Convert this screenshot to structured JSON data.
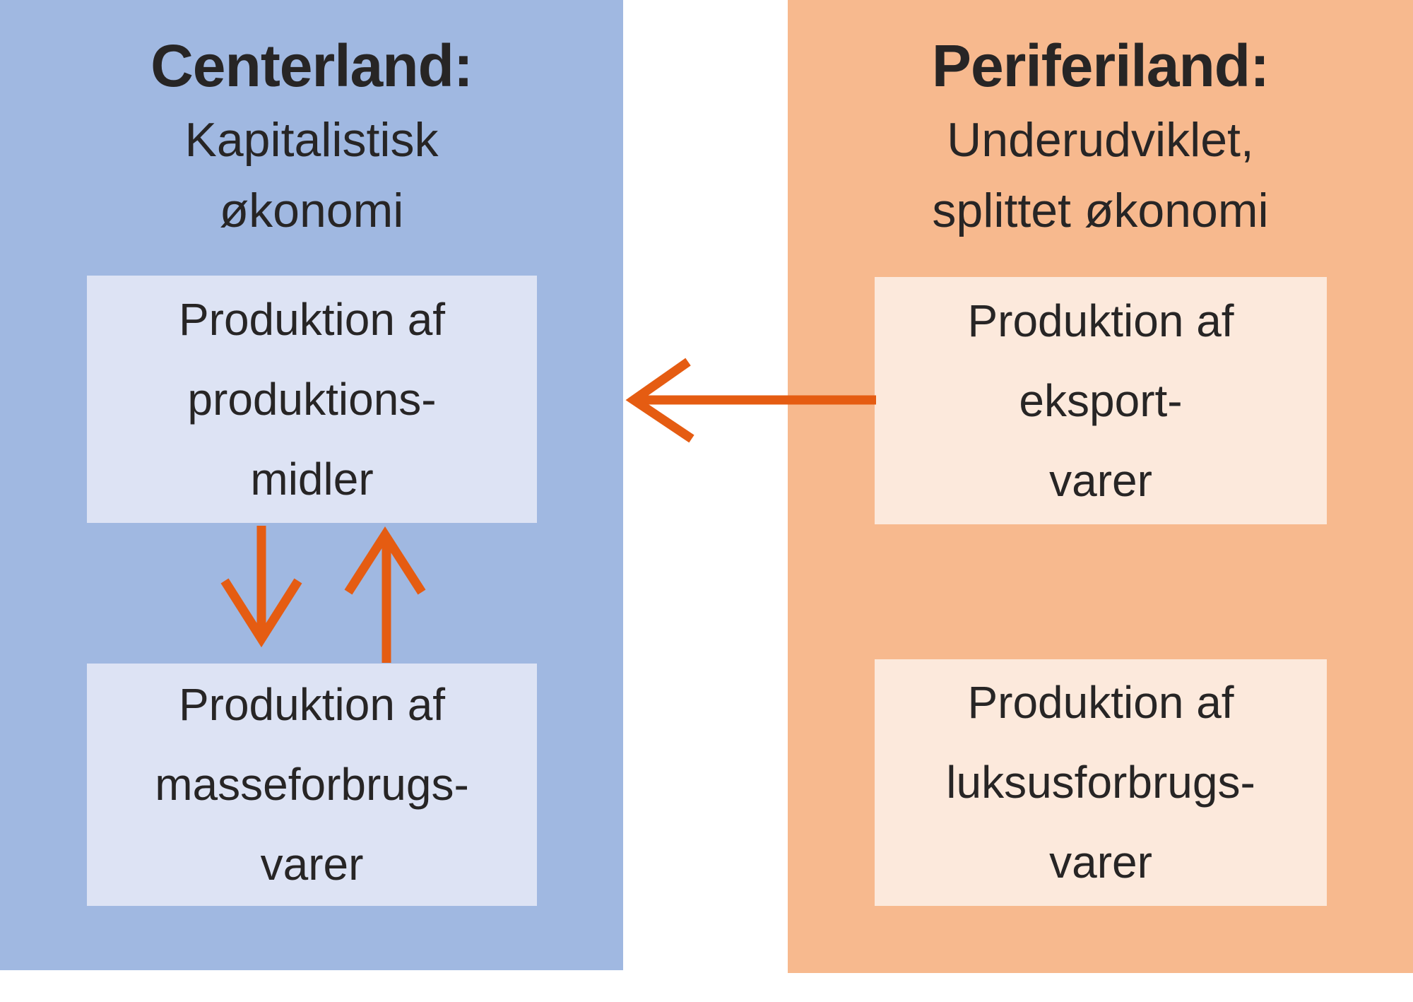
{
  "left_panel": {
    "heading": "Centerland:",
    "subtitle_lines": [
      "Kapitalistisk",
      "økonomi"
    ],
    "top_box_lines": [
      "Produktion af",
      "produktions-",
      "midler"
    ],
    "bottom_box_lines": [
      "Produktion af",
      "masseforbrugs-",
      "varer"
    ]
  },
  "right_panel": {
    "heading": "Periferiland:",
    "subtitle_lines": [
      "Underudviklet,",
      "splittet økonomi"
    ],
    "top_box_lines": [
      "Produktion af",
      "eksport-",
      "varer"
    ],
    "bottom_box_lines": [
      "Produktion af",
      "luksusforbrugs-",
      "varer"
    ]
  },
  "arrows": [
    {
      "name": "export-to-center",
      "direction": "left",
      "from": "Produktion af eksportvarer",
      "to": "Produktion af produktionsmidler"
    },
    {
      "name": "means-to-mass-consumption",
      "direction": "down",
      "from": "Produktion af produktionsmidler",
      "to": "Produktion af masseforbrugsvarer"
    },
    {
      "name": "mass-consumption-to-means",
      "direction": "up",
      "from": "Produktion af masseforbrugsvarer",
      "to": "Produktion af produktionsmidler"
    }
  ],
  "colors": {
    "page_bg": "#ffffff",
    "left_panel_bg": "#a0b8e1",
    "left_box_bg": "#dde3f4",
    "right_panel_bg": "#f7b98e",
    "right_box_bg": "#fce9dc",
    "arrow": "#e55c12",
    "text": "#272525"
  }
}
